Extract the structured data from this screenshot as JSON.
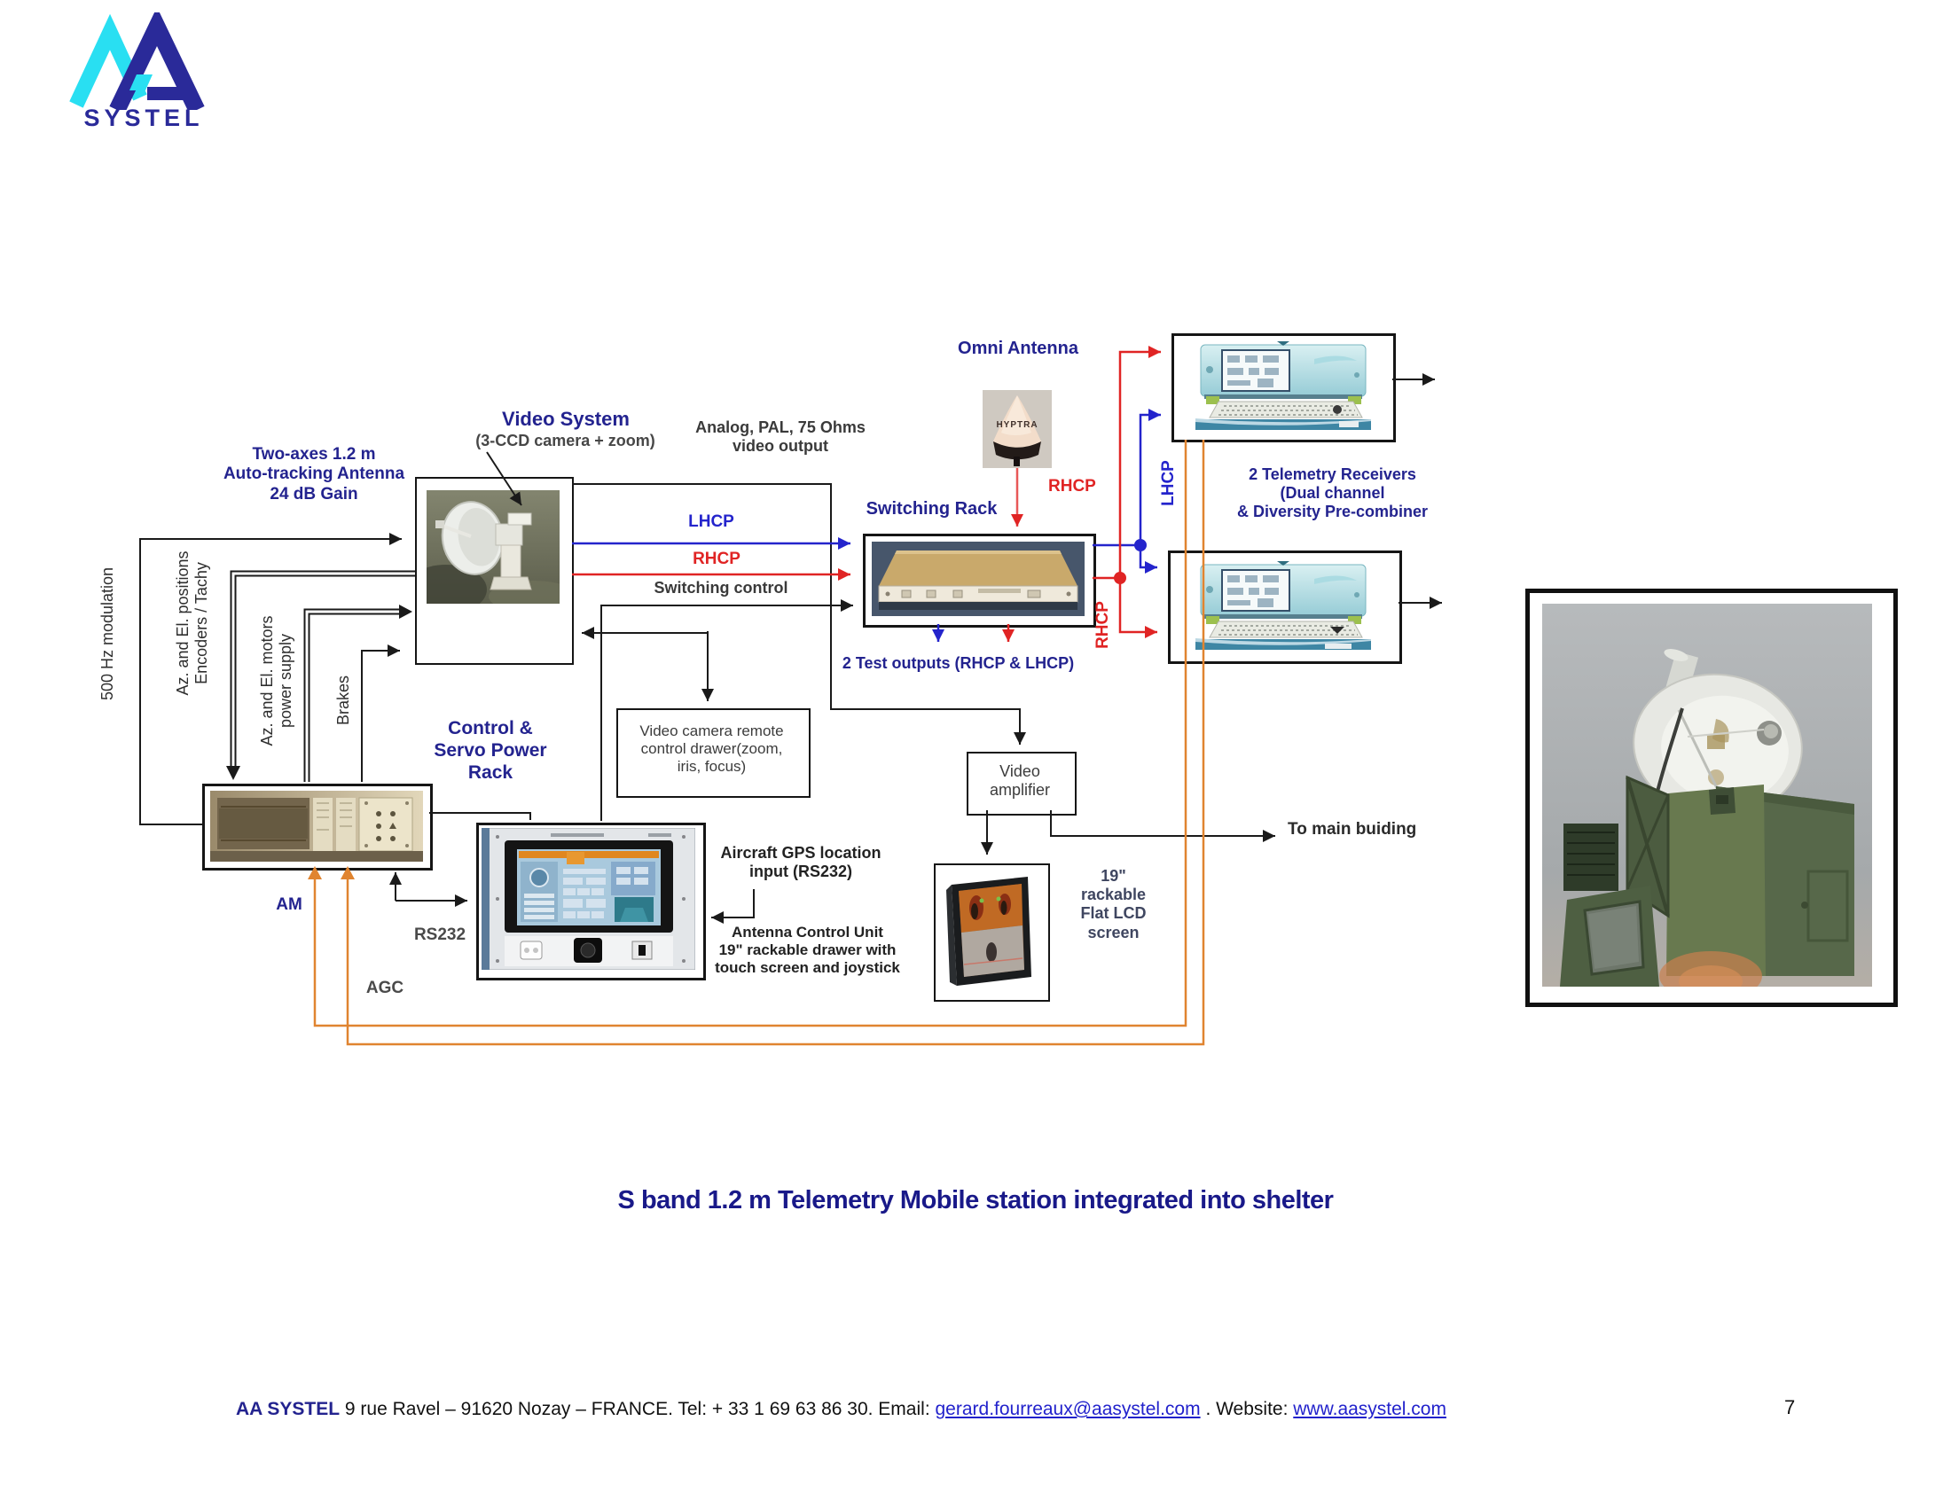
{
  "logo": {
    "wordmark": "SYSTEL"
  },
  "diagram": {
    "antenna_label": {
      "l1": "Two-axes 1.2 m",
      "l2": "Auto-tracking Antenna",
      "l3": "24 dB Gain"
    },
    "video_system": {
      "title": "Video System",
      "subtitle": "(3-CCD camera + zoom)"
    },
    "analog_pal": {
      "l1": "Analog, PAL, 75 Ohms",
      "l2": "video output"
    },
    "omni_label": "Omni Antenna",
    "omni_brand": "HYPTRA",
    "rhcp_omni": "RHCP",
    "lhcp_h": "LHCP",
    "rhcp_h": "RHCP",
    "switching_control": "Switching control",
    "switching_rack": "Switching Rack",
    "test_outputs": "2 Test outputs (RHCP & LHCP)",
    "receivers": {
      "l1": "2 Telemetry Receivers",
      "l2": "(Dual channel",
      "l3": "& Diversity Pre-combiner"
    },
    "lhcp_v": "LHCP",
    "rhcp_v": "RHCP",
    "mod_500hz": "500 Hz modulation",
    "az_el_pos": {
      "l1": "Az. and El. positions",
      "l2": "Encoders / Tachy"
    },
    "az_el_motors": {
      "l1": "Az. and El. motors",
      "l2": "power supply"
    },
    "brakes": "Brakes",
    "control_rack": {
      "l1": "Control &",
      "l2": "Servo Power",
      "l3": "Rack"
    },
    "drawer": {
      "l1": "Video camera remote",
      "l2": "control drawer(zoom,",
      "l3": "iris, focus)"
    },
    "video_amplifier": {
      "l1": "Video",
      "l2": "amplifier"
    },
    "am": "AM",
    "rs232": "RS232",
    "agc": "AGC",
    "gps": {
      "l1": "Aircraft GPS location",
      "l2": "input (RS232)"
    },
    "acu": {
      "l1": "Antenna Control Unit",
      "l2": "19\" rackable drawer with",
      "l3": "touch screen and joystick"
    },
    "lcd": {
      "l1": "19\"",
      "l2": "rackable",
      "l3": "Flat LCD",
      "l4": "screen"
    },
    "to_main": "To main buiding"
  },
  "caption": "S band 1.2 m Telemetry Mobile station integrated into shelter",
  "footer": {
    "company": "AA SYSTEL",
    "address": " 9 rue Ravel – 91620 Nozay – FRANCE.  Tel: + 33 1 69 63 86 30. Email: ",
    "email": "gerard.fourreaux@aasystel.com",
    "sep": " .  Website: ",
    "website": "www.aasystel.com",
    "page": "7"
  },
  "colors": {
    "navy": "#23238f",
    "line_blue": "#2424cc",
    "line_red": "#e02424",
    "line_orange": "#e08430"
  }
}
